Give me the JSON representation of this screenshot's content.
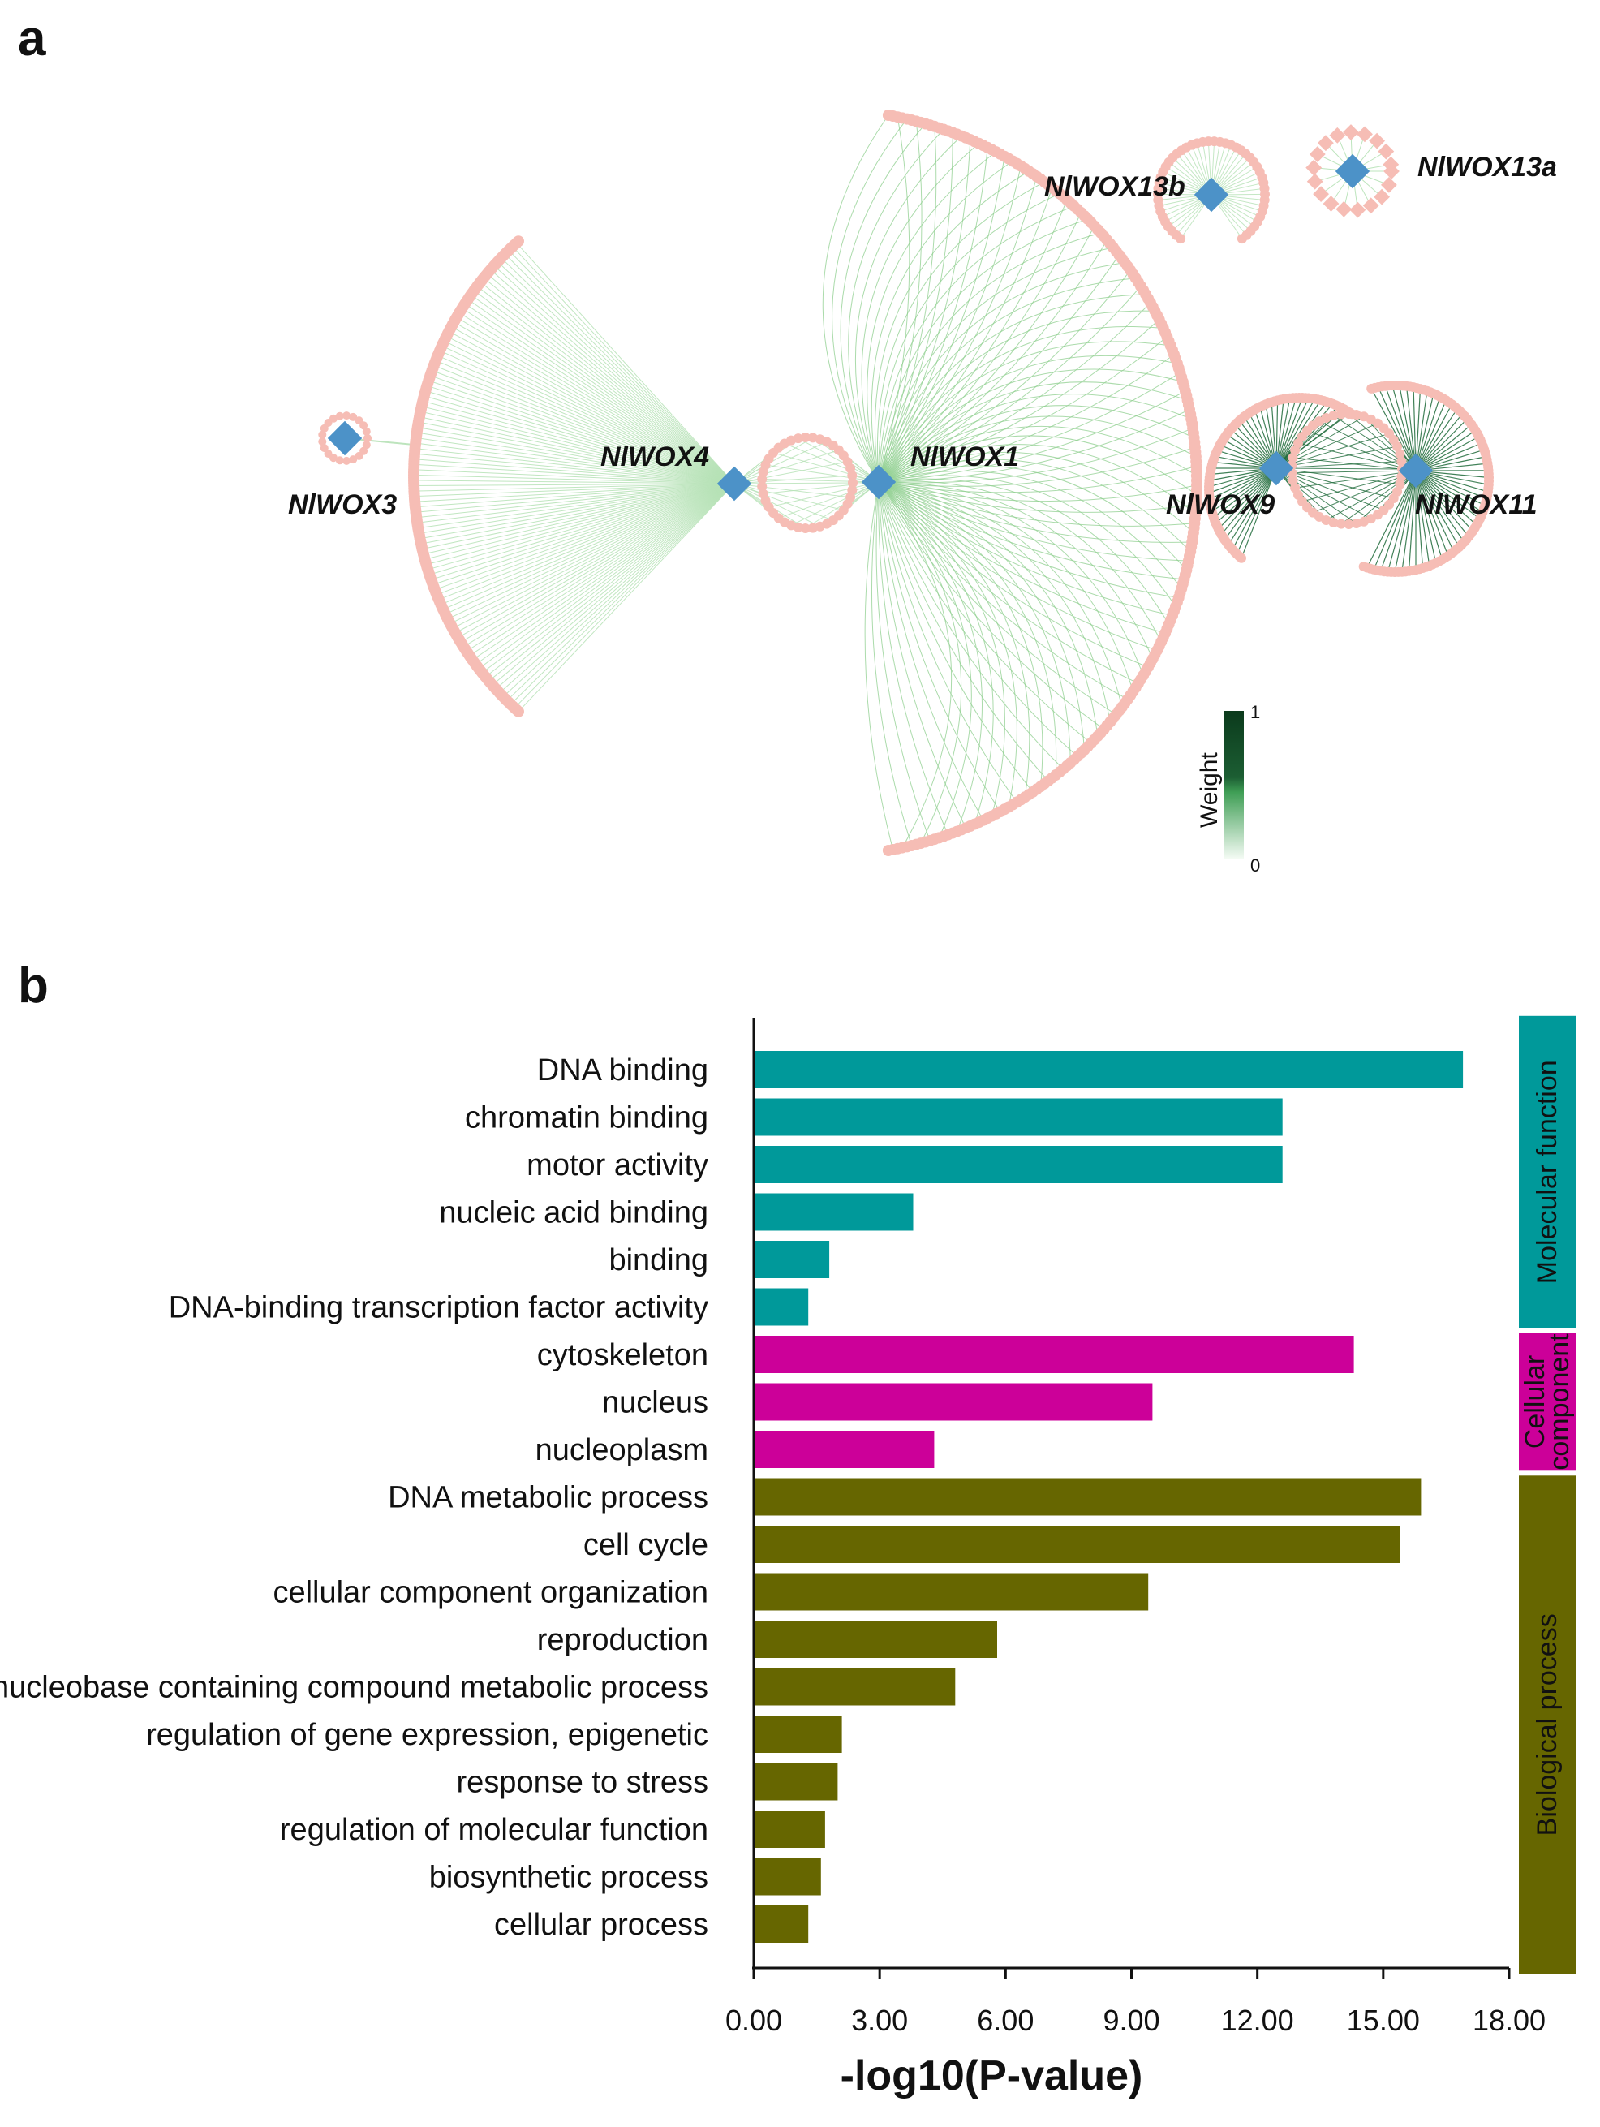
{
  "panel_a": {
    "label": "a",
    "hubs": [
      {
        "name": "NlWOX3"
      },
      {
        "name": "NlWOX4"
      },
      {
        "name": "NlWOX1"
      },
      {
        "name": "NlWOX13b"
      },
      {
        "name": "NlWOX13a"
      },
      {
        "name": "NlWOX9"
      },
      {
        "name": "NlWOX11"
      }
    ],
    "legend": {
      "title": "Weight",
      "max_label": "1",
      "min_label": "0"
    },
    "colors": {
      "hub": "#4c92c8",
      "target": "#f6bdb5",
      "edge_light": "#b6e2b6",
      "edge_dark": "#1f6b3a"
    }
  },
  "panel_b": {
    "label": "b",
    "groups": [
      {
        "name": "Molecular function",
        "lines": [
          "Molecular function"
        ],
        "color": "#00999a"
      },
      {
        "name": "Cellular component",
        "lines": [
          "Cellular",
          "component"
        ],
        "color": "#cc0099"
      },
      {
        "name": "Biological process",
        "lines": [
          "Biological process"
        ],
        "color": "#666600"
      }
    ]
  },
  "chart_data": {
    "type": "bar",
    "orientation": "horizontal",
    "title": "",
    "xlabel": "-log10(P-value)",
    "ylabel": "",
    "xlim": [
      0,
      18
    ],
    "xticks": [
      "0.00",
      "3.00",
      "6.00",
      "9.00",
      "12.00",
      "15.00",
      "18.00"
    ],
    "grid": false,
    "categories": [
      "DNA binding",
      "chromatin binding",
      "motor activity",
      "nucleic acid binding",
      "binding",
      "DNA-binding transcription factor activity",
      "cytoskeleton",
      "nucleus",
      "nucleoplasm",
      "DNA metabolic process",
      "cell cycle",
      "cellular component organization",
      "reproduction",
      "nucleobase containing compound metabolic process",
      "regulation of gene expression, epigenetic",
      "response to stress",
      "regulation of molecular function",
      "biosynthetic process",
      "cellular process"
    ],
    "values": [
      16.9,
      12.6,
      12.6,
      3.8,
      1.8,
      1.3,
      14.3,
      9.5,
      4.3,
      15.9,
      15.4,
      9.4,
      5.8,
      4.8,
      2.1,
      2.0,
      1.7,
      1.6,
      1.3
    ],
    "group_index": [
      0,
      0,
      0,
      0,
      0,
      0,
      1,
      1,
      1,
      2,
      2,
      2,
      2,
      2,
      2,
      2,
      2,
      2,
      2
    ]
  }
}
